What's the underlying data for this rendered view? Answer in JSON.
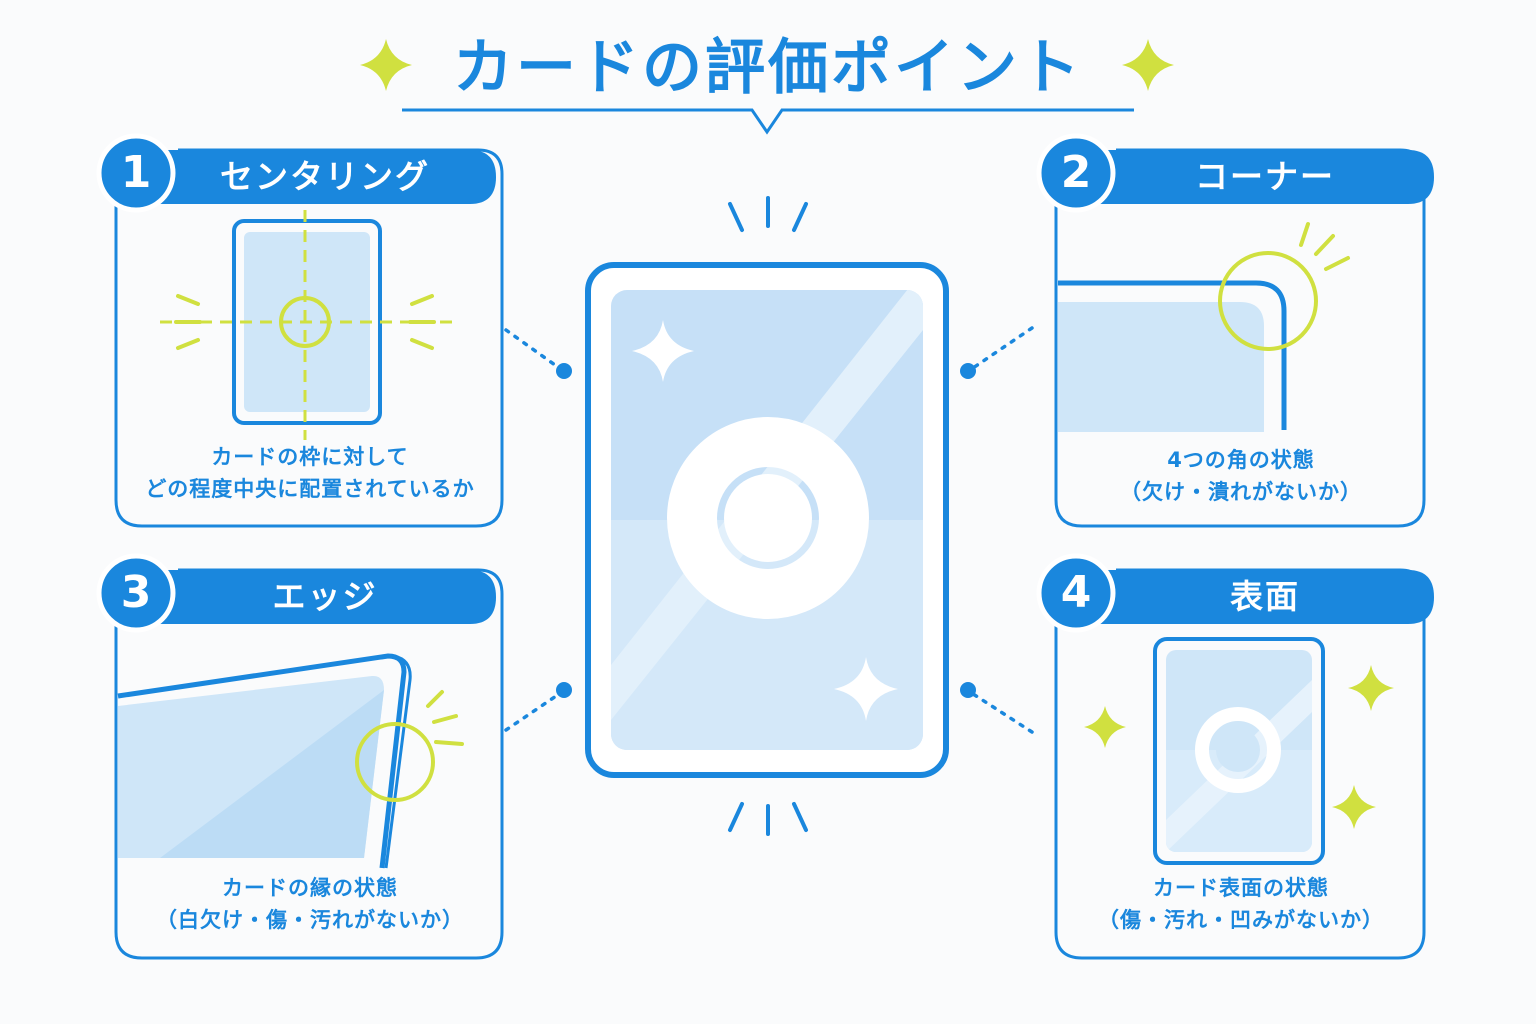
{
  "title": "カードの評価ポイント",
  "colors": {
    "primary": "#1a87dd",
    "light_blue": "#cfe6f8",
    "accent": "#d0e040",
    "background": "#fafbfc"
  },
  "points": [
    {
      "number": "1",
      "label": "センタリング",
      "description": [
        "カードの枠に対して",
        "どの程度中央に配置されているか"
      ]
    },
    {
      "number": "2",
      "label": "コーナー",
      "description": [
        "4つの角の状態",
        "（欠け・潰れがないか）"
      ]
    },
    {
      "number": "3",
      "label": "エッジ",
      "description": [
        "カードの縁の状態",
        "（白欠け・傷・汚れがないか）"
      ]
    },
    {
      "number": "4",
      "label": "表面",
      "description": [
        "カード表面の状態",
        "（傷・汚れ・凹みがないか）"
      ]
    }
  ]
}
